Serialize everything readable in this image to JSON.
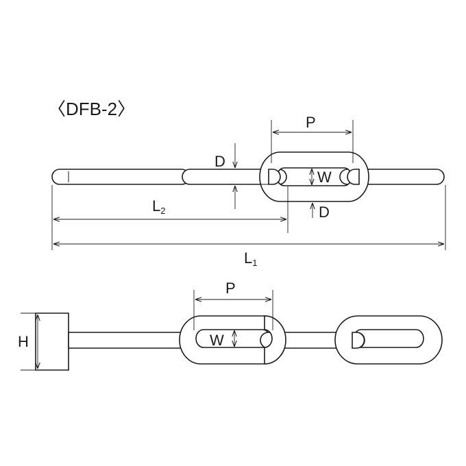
{
  "title": "〈DFB-2〉",
  "labels": {
    "pitch": "P",
    "diameter": "D",
    "inner_width": "W",
    "length_main": "L",
    "length_main_sub": "1",
    "length_part": "L",
    "length_part_sub": "2",
    "height": "H"
  },
  "colors": {
    "line": "#1a1a1a",
    "background": "#ffffff"
  }
}
